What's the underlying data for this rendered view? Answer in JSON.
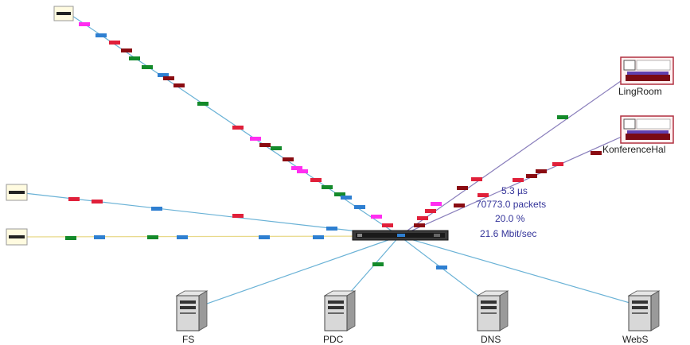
{
  "title": "",
  "nodes": {
    "ling_room": {
      "label": "LingRoom"
    },
    "konference_hall": {
      "label": "KonferenceHal"
    },
    "fs": {
      "label": "FS"
    },
    "pdc": {
      "label": "PDC"
    },
    "dns": {
      "label": "DNS"
    },
    "webs": {
      "label": "WebS"
    }
  },
  "link_stats": {
    "delay": "5.3 µs",
    "packets": "70773.0 packets",
    "utilization": "20.0 %",
    "throughput": "21.6 Mbit/sec"
  },
  "colors": {
    "link_blue": "#6ab2d6",
    "link_yellow": "#e8d98a",
    "link_purple": "#8a7fbc",
    "packet_magenta": "#ff2ef0",
    "packet_blue": "#2e7fd1",
    "packet_red": "#e0203a",
    "packet_darkred": "#8a0c12",
    "packet_green": "#138a2a",
    "stat_text": "#34349a"
  }
}
